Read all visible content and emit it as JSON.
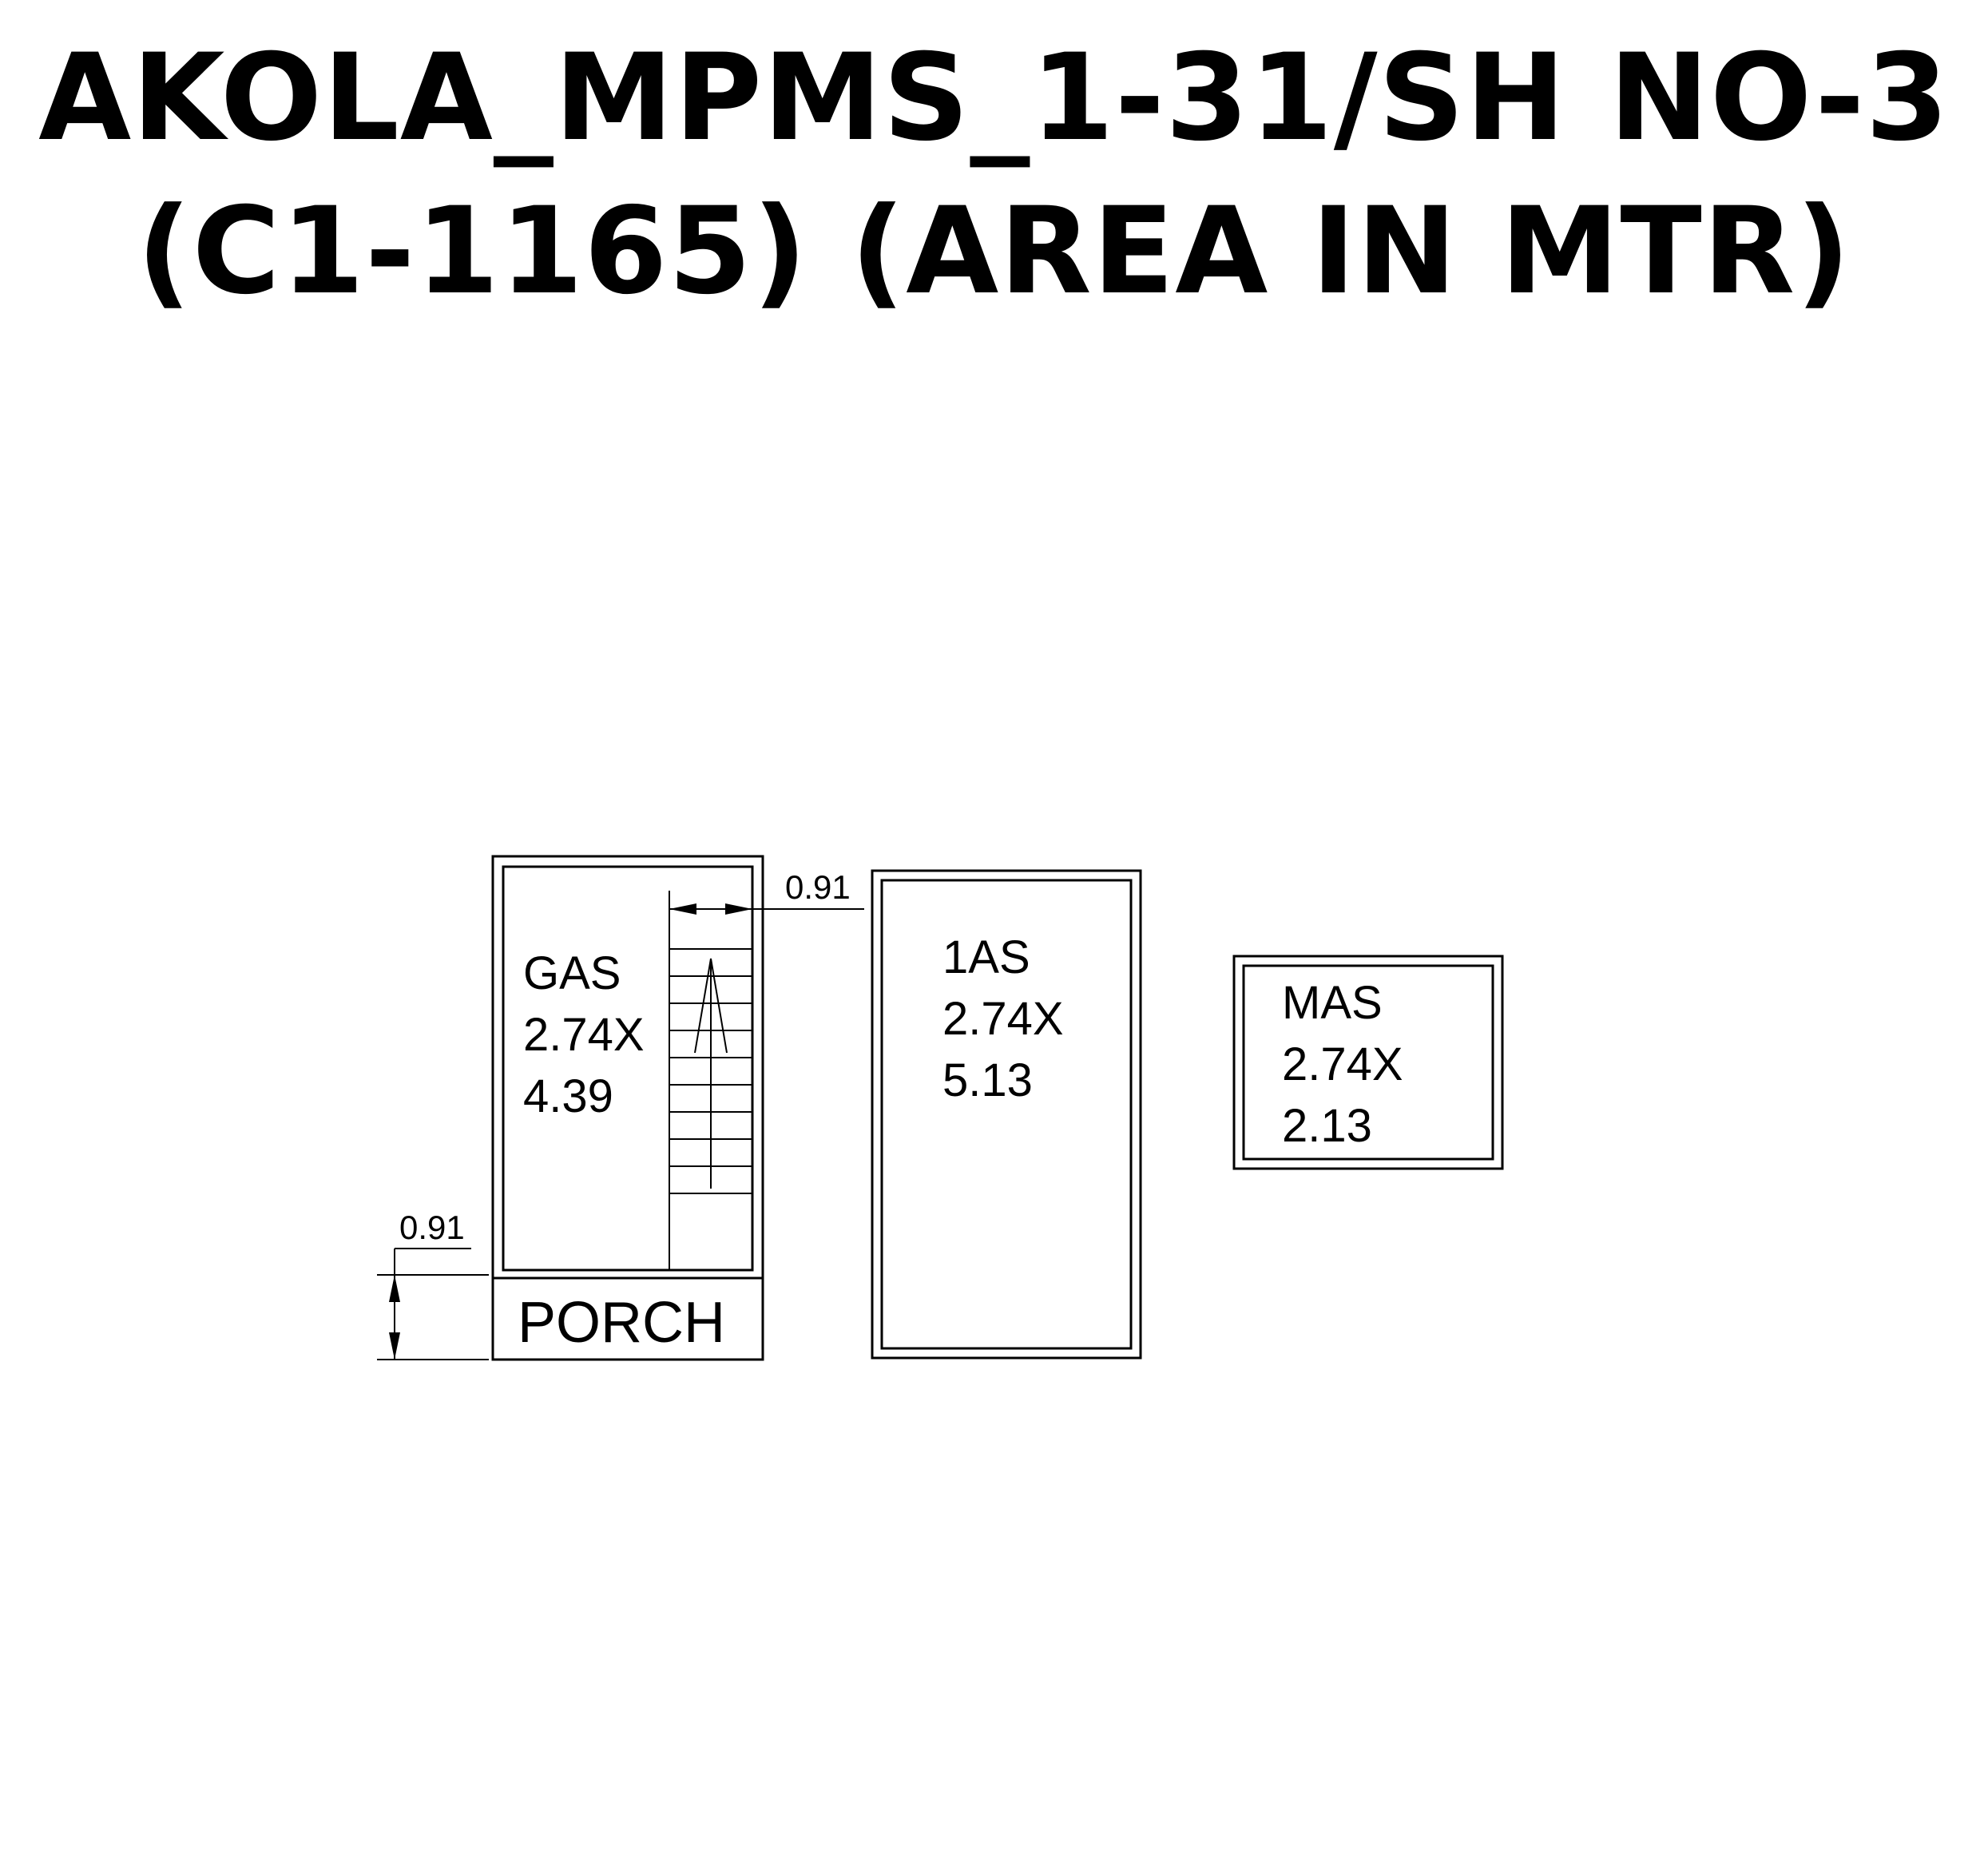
{
  "title": {
    "line1": "AKOLA_MPMS_1-31/SH NO-3",
    "line2": "(C1-1165) (AREA IN MTR)"
  },
  "rooms": [
    {
      "name": "GAS",
      "width": "2.74X",
      "length": "4.39"
    },
    {
      "name": "1AS",
      "width": "2.74X",
      "length": "5.13"
    },
    {
      "name": "MAS",
      "width": "2.74X",
      "length": "2.13"
    }
  ],
  "porch": {
    "label": "PORCH"
  },
  "dimensions": {
    "stair_width": "0.91",
    "porch_depth": "0.91"
  }
}
